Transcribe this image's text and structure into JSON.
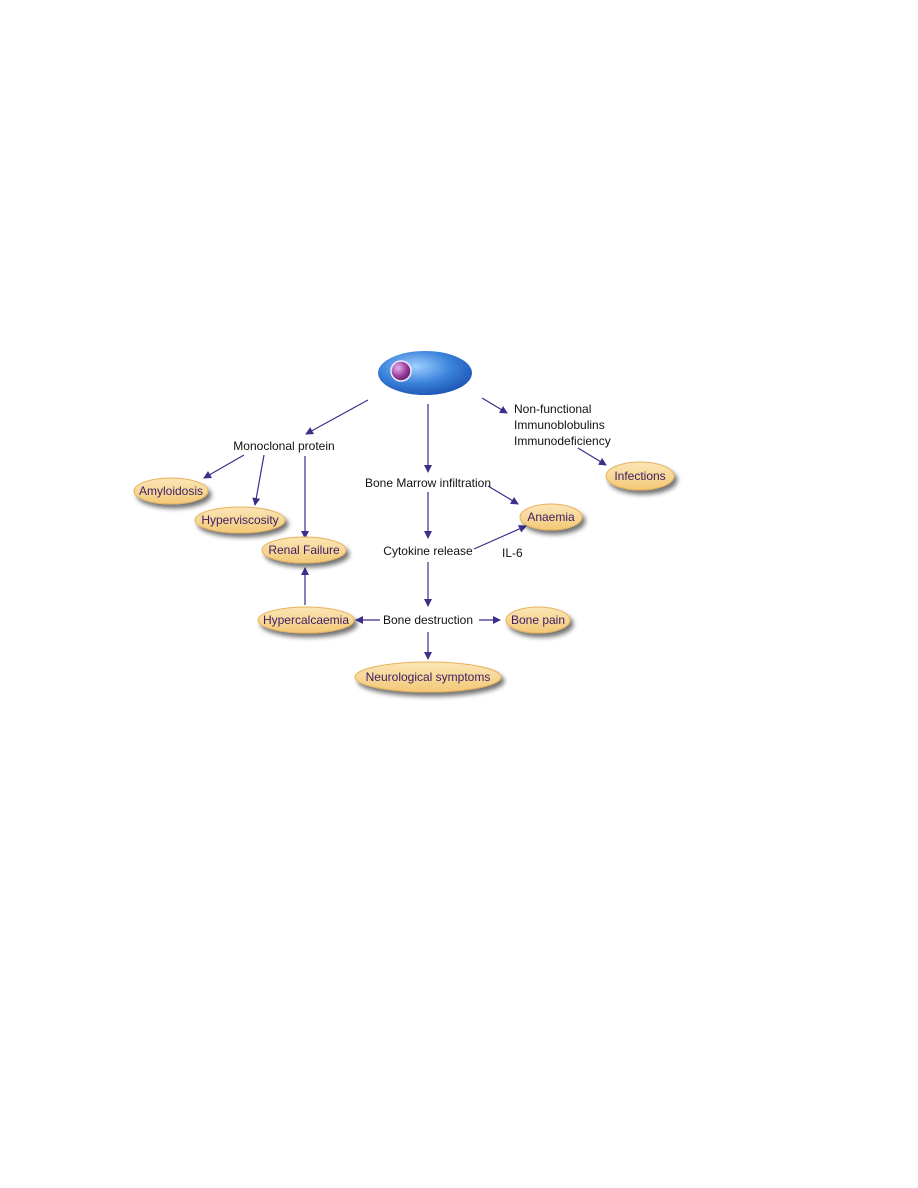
{
  "diagram": {
    "nodes": {
      "monoclonal_protein": "Monoclonal protein",
      "non_functional_1": "Non-functional",
      "non_functional_2": "Immunoblobulins",
      "non_functional_3": "Immunodeficiency",
      "bone_marrow": "Bone Marrow infiltration",
      "cytokine": "Cytokine release",
      "il6": "IL-6",
      "bone_destruction": "Bone destruction",
      "amyloidosis": "Amyloidosis",
      "hyperviscosity": "Hyperviscosity",
      "renal_failure": "Renal Failure",
      "hypercalcaemia": "Hypercalcaemia",
      "neurological": "Neurological symptoms",
      "infections": "Infections",
      "anaemia": "Anaemia",
      "bone_pain": "Bone pain"
    },
    "colors": {
      "cell_blue": "#2f6fcf",
      "nucleus_purple": "#9a3fa0",
      "outcome_fill": "#f6d595",
      "outcome_edge": "#e8b35c",
      "arrow": "#3b2f8a"
    }
  }
}
